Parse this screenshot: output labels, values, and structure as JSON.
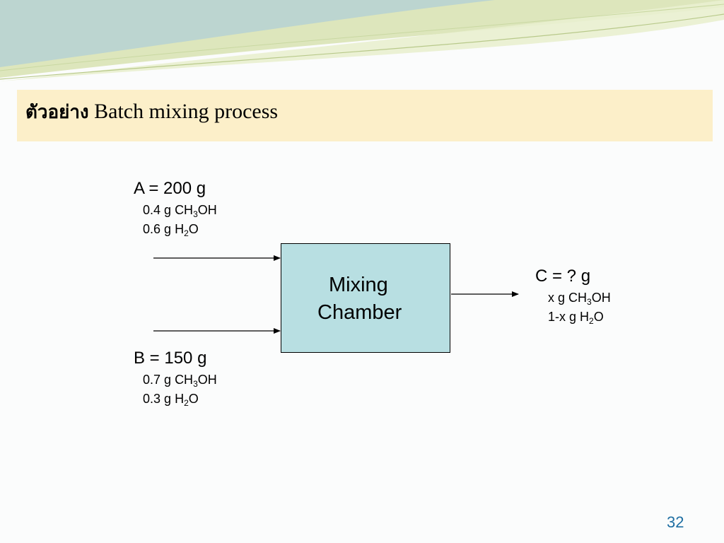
{
  "slide": {
    "title_thai": "ตัวอย่าง",
    "title_text": "Batch mixing process",
    "page_number": "32"
  },
  "diagram": {
    "mixer": {
      "line1": "Mixing",
      "line2": "Chamber",
      "fill": "#b8dfe2"
    },
    "stream_a": {
      "label": "A = 200 g",
      "c1": {
        "amount": "0.4 g",
        "formula_a": "CH",
        "sub": "3",
        "formula_b": "OH"
      },
      "c2": {
        "amount": "0.6 g",
        "formula_a": "H",
        "sub": "2",
        "formula_b": "O"
      }
    },
    "stream_b": {
      "label": "B = 150 g",
      "c1": {
        "amount": "0.7 g",
        "formula_a": "CH",
        "sub": "3",
        "formula_b": "OH"
      },
      "c2": {
        "amount": "0.3 g",
        "formula_a": "H",
        "sub": "2",
        "formula_b": "O"
      }
    },
    "stream_c": {
      "label": "C = ? g",
      "c1": {
        "amount": "x g",
        "formula_a": "CH",
        "sub": "3",
        "formula_b": "OH"
      },
      "c2": {
        "amount": "1-x g",
        "formula_a": "H",
        "sub": "2",
        "formula_b": "O"
      }
    }
  },
  "colors": {
    "title_bar": "#fcefc9",
    "page_number": "#1f6fa3",
    "swoosh": "#d8e6b0"
  }
}
